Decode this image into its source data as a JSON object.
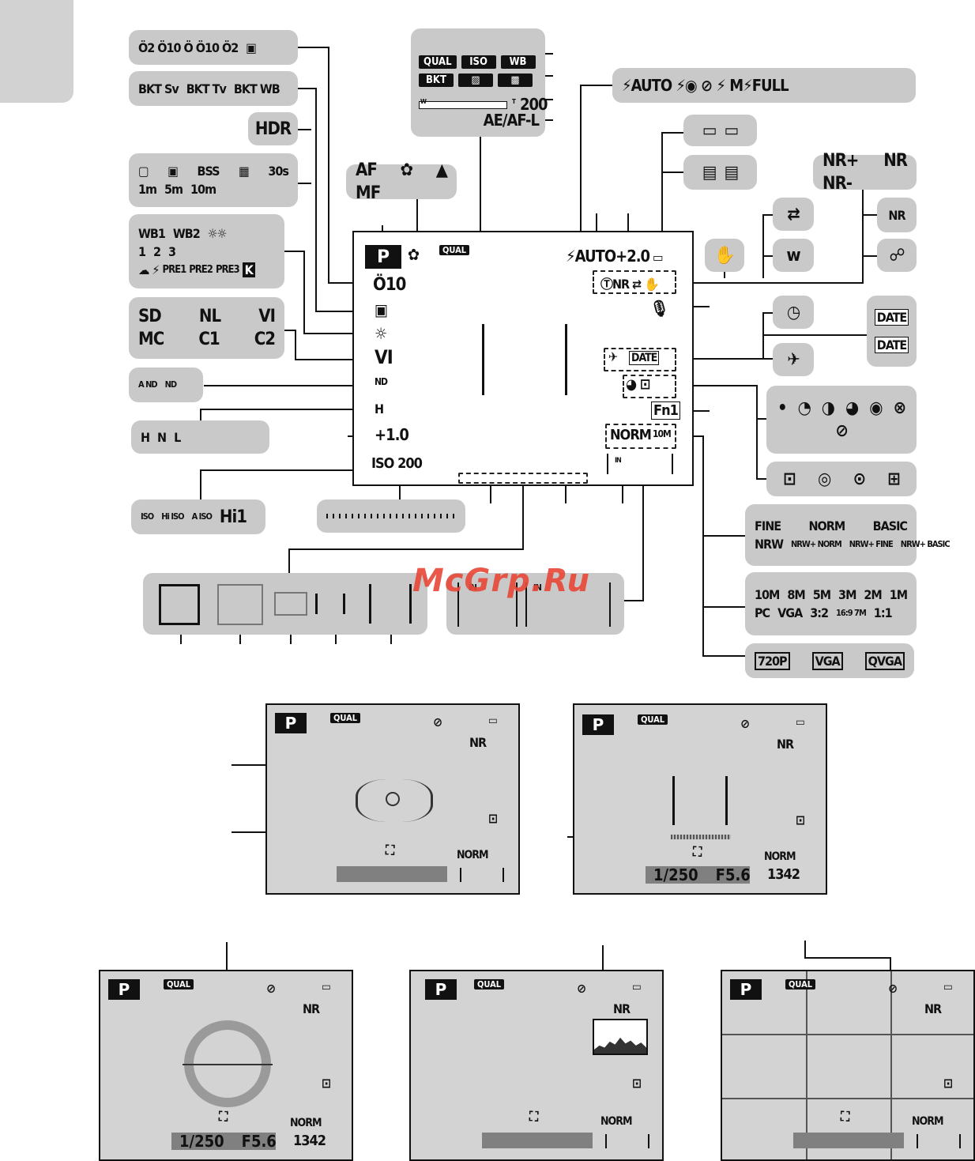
{
  "watermark": "McGrp.Ru",
  "main_screen": {
    "mode": "P",
    "qual_chip": "QUAL",
    "selftimer": "Ö10",
    "flash_readout": "⚡AUTO+2.0",
    "comp_readout": "+1.0",
    "iso_readout": "ISO 200",
    "picture_control": "VI",
    "date_readout": "DATE",
    "fn_readout": "Fn1",
    "quality_size": "NORM",
    "size_icon": "10M",
    "nd_readout": "ND",
    "dlighting": "H",
    "memory_in": "IN"
  },
  "info_panel": {
    "chips": [
      "QUAL",
      "ISO",
      "WB",
      "BKT",
      "",
      ""
    ],
    "iso_value": "200",
    "ae_af": "AE/AF-L",
    "zoom_w": "W",
    "zoom_t": "T"
  },
  "selftimer_box": "Ö2 Ö10 Ö Ö10 Ö2",
  "bracket_box": [
    "BKT Sv",
    "BKT Tv",
    "BKT WB"
  ],
  "hdr_box": "HDR",
  "drive_box": [
    "BSS",
    "30s",
    "1m",
    "5m",
    "10m"
  ],
  "wb_box": [
    "WB1",
    "WB2",
    "1",
    "2",
    "3",
    "PRE1",
    "PRE2",
    "PRE3",
    "K"
  ],
  "picture_control_box": [
    "SD",
    "NL",
    "VI",
    "MC",
    "C1",
    "C2"
  ],
  "nd_box": [
    "A ND",
    "ND"
  ],
  "adl_box": [
    "H",
    "N",
    "L"
  ],
  "iso_box": [
    "ISO",
    "Hi ISO",
    "A ISO",
    "Hi1"
  ],
  "focus_box": [
    "AF",
    "MF"
  ],
  "flash_box": "⚡AUTO  ⚡◉  ⊘  ⚡  M⚡FULL",
  "nr_box": [
    "NR+",
    "NR",
    "NR-"
  ],
  "timer_nr": "NR",
  "date_box": [
    "DATE",
    "DATE"
  ],
  "quality_box": {
    "row1": [
      "FINE",
      "NORM",
      "BASIC"
    ],
    "row2": [
      "NRW",
      "NRW+ NORM",
      "NRW+ FINE",
      "NRW+ BASIC"
    ]
  },
  "size_box": {
    "row1": [
      "10M",
      "8M",
      "5M",
      "3M",
      "2M",
      "1M"
    ],
    "row2": [
      "PC",
      "VGA",
      "3:2",
      "16:9 7M",
      "1:1"
    ]
  },
  "movie_box": [
    "720P",
    "VGA",
    "QVGA"
  ],
  "memory_box": [
    "IN",
    "IN"
  ],
  "example_screens": {
    "mode": "P",
    "qual": "QUAL",
    "nr": "NR",
    "norm": "NORM",
    "shutter": "1/250",
    "aperture": "F5.6",
    "shots": "1342"
  }
}
